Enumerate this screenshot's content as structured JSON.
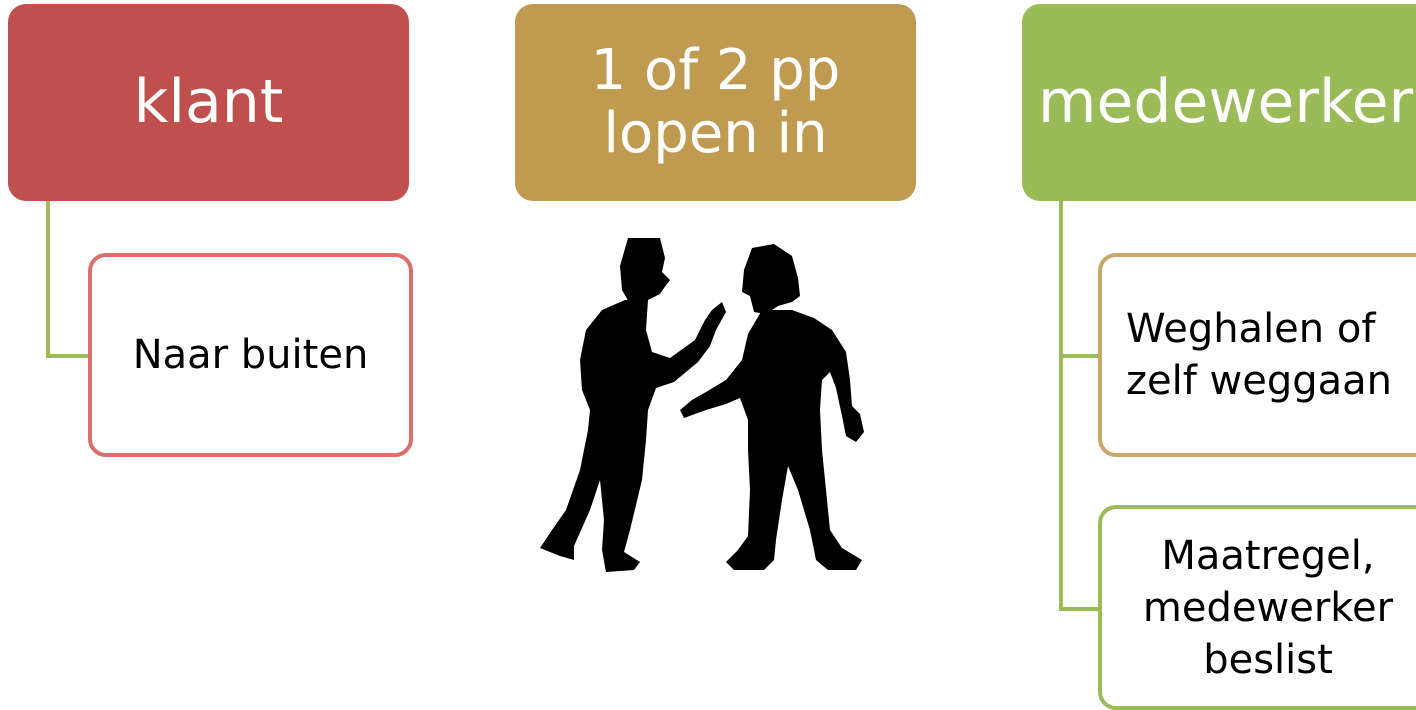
{
  "columns": {
    "left": {
      "header": "klant",
      "items": [
        "Naar buiten"
      ]
    },
    "middle": {
      "header_line1": "1 of 2 pp",
      "header_line2": "lopen in"
    },
    "right": {
      "header": "medewerker",
      "item1_line1": "Weghalen of",
      "item1_line2": "zelf weggaan",
      "item2_line1": "Maatregel,",
      "item2_line2": "medewerker",
      "item2_line3": "beslist"
    }
  },
  "colors": {
    "klant": "#c0504d",
    "middle": "#bf9b52",
    "medewerker": "#9bbb59",
    "connector": "#9bbb59"
  },
  "illustration": "two-people-arguing-silhouette"
}
